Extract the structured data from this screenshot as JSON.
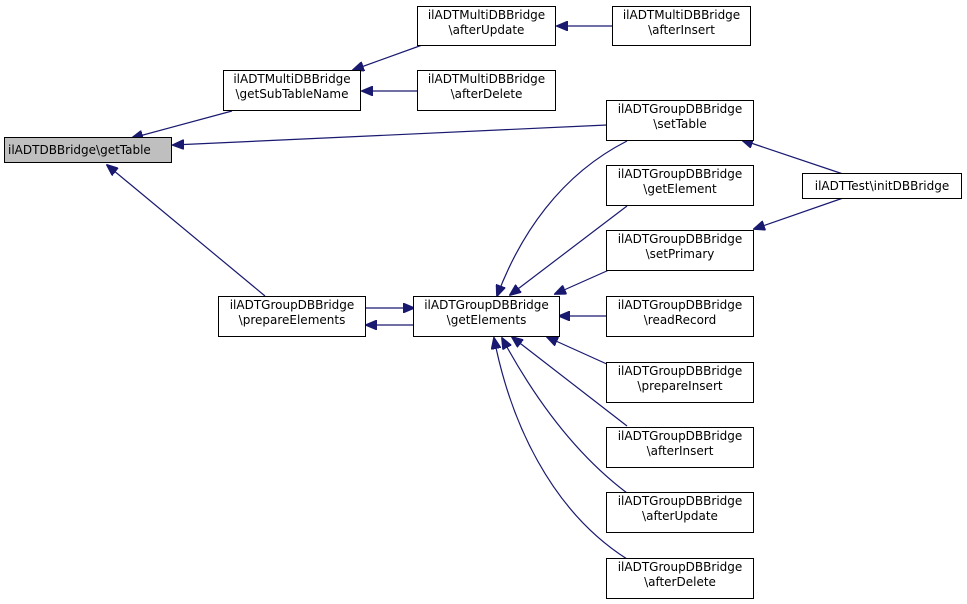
{
  "colors": {
    "edge": "#191970",
    "root_fill": "#bfbfbf",
    "node_fill": "#ffffff",
    "border": "#000000"
  },
  "nodes": {
    "root": {
      "l1": "ilADTDBBridge\\getTable"
    },
    "getsubtable": {
      "l1": "ilADTMultiDBBridge",
      "l2": "\\getSubTableName"
    },
    "m_afterupd": {
      "l1": "ilADTMultiDBBridge",
      "l2": "\\afterUpdate"
    },
    "m_afterins": {
      "l1": "ilADTMultiDBBridge",
      "l2": "\\afterInsert"
    },
    "m_afterdel": {
      "l1": "ilADTMultiDBBridge",
      "l2": "\\afterDelete"
    },
    "g_settable": {
      "l1": "ilADTGroupDBBridge",
      "l2": "\\setTable"
    },
    "inittest": {
      "l1": "ilADTTest\\initDBBridge"
    },
    "g_getelem": {
      "l1": "ilADTGroupDBBridge",
      "l2": "\\getElement"
    },
    "g_setprim": {
      "l1": "ilADTGroupDBBridge",
      "l2": "\\setPrimary"
    },
    "g_prepelems": {
      "l1": "ilADTGroupDBBridge",
      "l2": "\\prepareElements"
    },
    "g_getelems": {
      "l1": "ilADTGroupDBBridge",
      "l2": "\\getElements"
    },
    "g_readrec": {
      "l1": "ilADTGroupDBBridge",
      "l2": "\\readRecord"
    },
    "g_prepins": {
      "l1": "ilADTGroupDBBridge",
      "l2": "\\prepareInsert"
    },
    "g_afterins": {
      "l1": "ilADTGroupDBBridge",
      "l2": "\\afterInsert"
    },
    "g_afterupd": {
      "l1": "ilADTGroupDBBridge",
      "l2": "\\afterUpdate"
    },
    "g_afterdel": {
      "l1": "ilADTGroupDBBridge",
      "l2": "\\afterDelete"
    }
  },
  "edges": [
    {
      "from": "getsubtable",
      "to": "root"
    },
    {
      "from": "g_settable",
      "to": "root"
    },
    {
      "from": "g_prepelems",
      "to": "root"
    },
    {
      "from": "m_afterupd",
      "to": "getsubtable"
    },
    {
      "from": "m_afterdel",
      "to": "getsubtable"
    },
    {
      "from": "m_afterins",
      "to": "m_afterupd"
    },
    {
      "from": "inittest",
      "to": "g_settable"
    },
    {
      "from": "inittest",
      "to": "g_setprim"
    },
    {
      "from": "g_getelems",
      "to": "g_prepelems"
    },
    {
      "from": "g_prepelems",
      "to": "g_getelems"
    },
    {
      "from": "g_settable",
      "to": "g_getelems"
    },
    {
      "from": "g_getelem",
      "to": "g_getelems"
    },
    {
      "from": "g_setprim",
      "to": "g_getelems"
    },
    {
      "from": "g_readrec",
      "to": "g_getelems"
    },
    {
      "from": "g_prepins",
      "to": "g_getelems"
    },
    {
      "from": "g_afterins",
      "to": "g_getelems"
    },
    {
      "from": "g_afterupd",
      "to": "g_getelems"
    },
    {
      "from": "g_afterdel",
      "to": "g_getelems"
    }
  ]
}
